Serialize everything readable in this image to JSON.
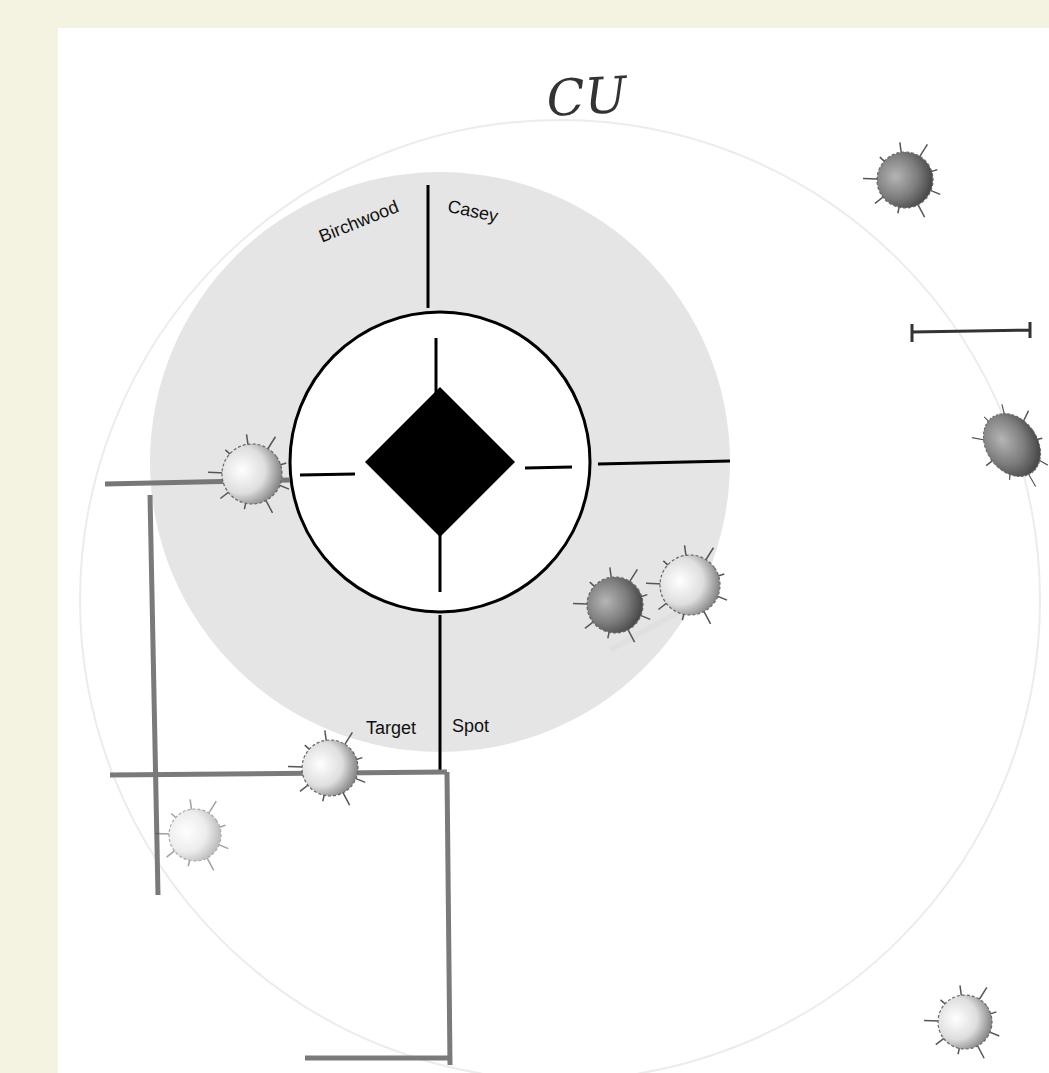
{
  "diagram": {
    "labels": [
      "CU",
      "Birchwood",
      "Casey",
      "Target",
      "Spot"
    ]
  }
}
